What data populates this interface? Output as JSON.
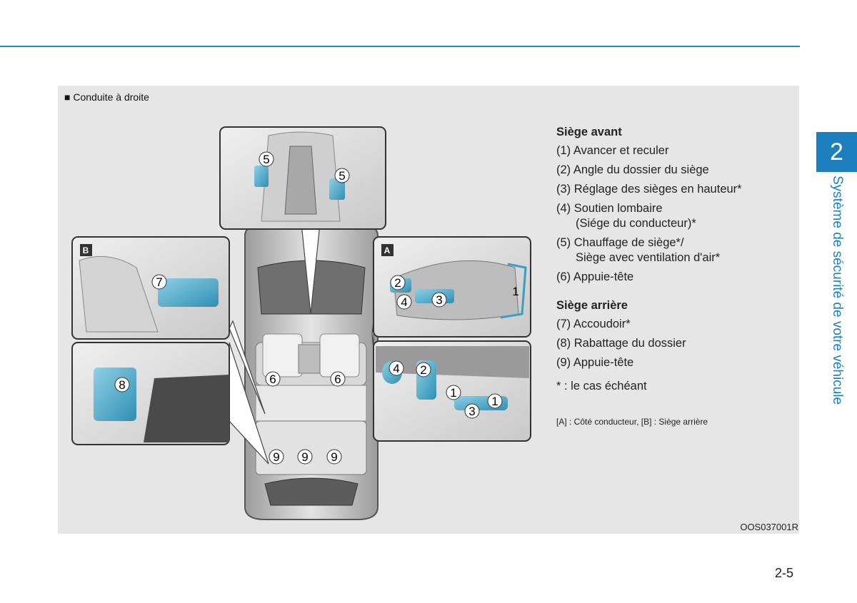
{
  "page": {
    "chapter_number": "2",
    "chapter_title": "Système de sécurité de votre véhicule",
    "page_number": "2-5",
    "accent_color": "#1e7fc0"
  },
  "figure": {
    "caption": "■ Conduite à droite",
    "code": "OOS037001R",
    "inset_labels": {
      "a": "A",
      "b": "B"
    },
    "callouts": {
      "c1": "1",
      "c2": "2",
      "c3": "3",
      "c4": "4",
      "c5": "5",
      "c6": "6",
      "c7": "7",
      "c8": "8",
      "c9": "9"
    }
  },
  "legend": {
    "front_heading": "Siège avant",
    "front_items": [
      "(1) Avancer et reculer",
      "(2) Angle du dossier du siège",
      "(3) Réglage des sièges en hauteur*",
      "(4) Soutien lombaire",
      "(Siége du conducteur)*",
      "(5) Chauffage de siège*/",
      "Siège avec ventilation d'air*",
      "(6) Appuie-tête"
    ],
    "rear_heading": "Siège arrière",
    "rear_items": [
      "(7) Accoudoir*",
      "(8) Rabattage du dossier",
      "(9) Appuie-tête"
    ],
    "footnote": "* : le cas échéant",
    "small_note": "[A] : Côté conducteur, [B] : Siège arrière"
  }
}
